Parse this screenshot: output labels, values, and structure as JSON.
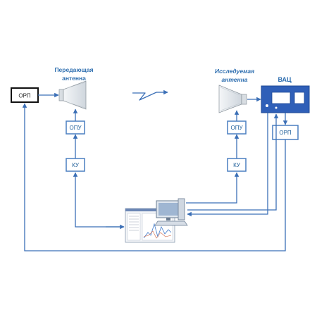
{
  "labels": {
    "transmit_antenna": [
      "Передающая",
      "антенна"
    ],
    "test_antenna": [
      "Исследуемая",
      "антенна"
    ],
    "vac": "ВАЦ"
  },
  "boxes": {
    "orp_left": "ОРП",
    "opu_left": "ОПУ",
    "ku_left": "КУ",
    "opu_right": "ОПУ",
    "ku_right": "КУ",
    "orp_right": "ОРП"
  },
  "colors": {
    "line": "#3b6fb6",
    "box_border": "#4a7fc1",
    "vac_fill": "#2f5fb8",
    "text": "#2f6fb0"
  },
  "icons": [
    "horn-antenna-icon",
    "horn-antenna-icon",
    "wireless-signal-icon",
    "computer-icon",
    "vector-network-analyzer-icon"
  ]
}
